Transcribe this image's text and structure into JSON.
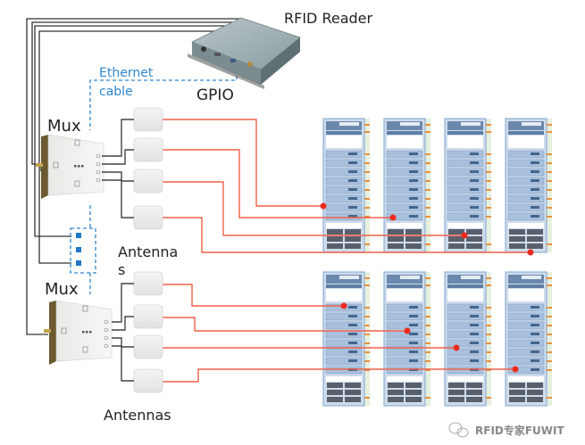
{
  "diagram": {
    "reader_label": "RFID Reader",
    "gpio_label": "GPIO",
    "ethernet_label_line1": "Ethernet",
    "ethernet_label_line2": "cable",
    "mux_top_label": "Mux",
    "mux_bottom_label": "Mux",
    "antennas_top_label_line1": "Antenna",
    "antennas_top_label_line2": "s",
    "antennas_bottom_label": "Antennas",
    "watermark": "RFID专家FUWIT",
    "colors": {
      "rf_cable": "#f0604a",
      "control_wire": "#333333",
      "ethernet": "#2f86d0",
      "tag_dot": "#f02a1e",
      "rack": "#8fb0d6"
    },
    "rack_rows": 2,
    "racks_per_row": 4,
    "antennas_per_mux": 4
  }
}
